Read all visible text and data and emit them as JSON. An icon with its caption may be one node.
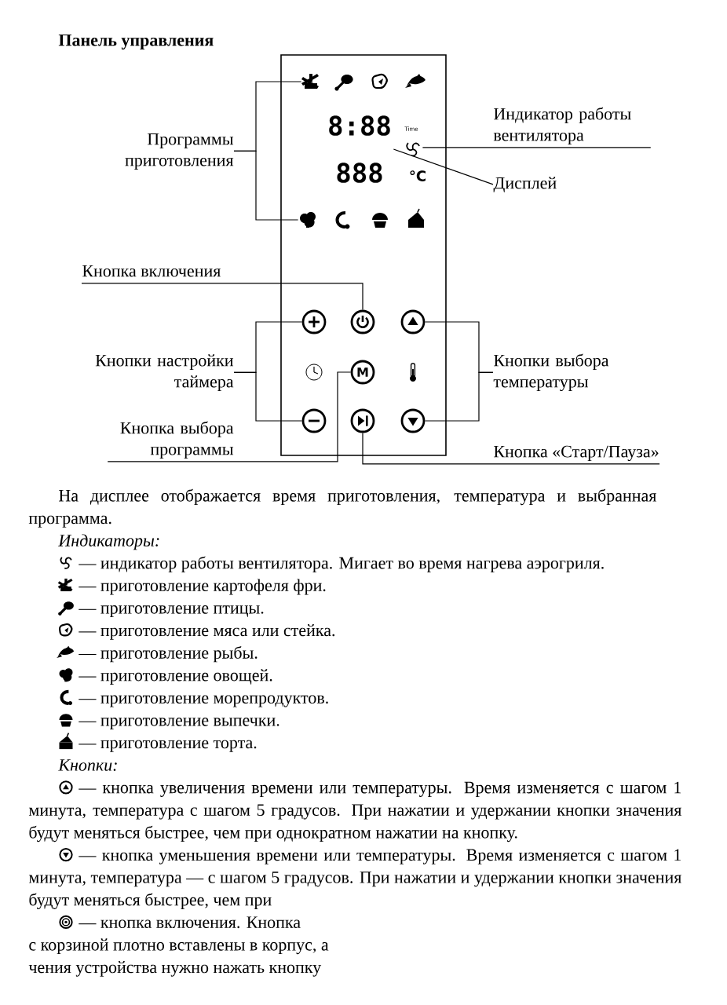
{
  "diagram": {
    "title": "Панель управления",
    "nodes": [
      {
        "text": [],
        "shape": "box"
      },
      {
        "text": [],
        "shape": "picture",
        "in": 0
      },
      {
        "text": [],
        "shape": "picture",
        "in": 0
      },
      {
        "text": [],
        "shape": "picture",
        "in": 0
      },
      {
        "text": [],
        "shape": "picture",
        "in": 0
      },
      {
        "text": [
          "8:88",
          "888"
        ],
        "in": 0
      },
      {
        "text": [],
        "shape": "picture",
        "in": 0
      },
      {
        "text": [],
        "shape": "picture",
        "in": 0
      },
      {
        "text": [],
        "shape": "picture",
        "in": 0
      },
      {
        "text": [],
        "shape": "picture",
        "in": 0
      },
      {
        "text": [],
        "shape": "picture",
        "in": 0
      },
      {
        "text": [],
        "shape": "circle",
        "in": 0
      },
      {
        "text": [],
        "shape": "circle",
        "in": 0
      },
      {
        "text": [],
        "shape": "circle",
        "in": 0
      },
      {
        "text": [],
        "shape": "picture",
        "in": 0
      },
      {
        "text": [
          "M"
        ],
        "in": 0
      },
      {
        "text": [],
        "shape": "picture",
        "in": 0
      },
      {
        "text": [],
        "shape": "circle",
        "in": 0
      },
      {
        "text": [],
        "shape": "circle",
        "in": 0
      },
      {
        "text": [],
        "shape": "circle",
        "in": 0
      },
      {
        "text": [
          "Программы приготовления"
        ]
      },
      {
        "text": [
          "Индикатор работы вентилятора"
        ]
      },
      {
        "text": [
          "Дисплей"
        ]
      },
      {
        "text": [
          "Кнопка включения"
        ]
      },
      {
        "text": [
          "Кнопки настройки таймера"
        ]
      },
      {
        "text": [
          "Кнопки выбора температуры"
        ]
      },
      {
        "text": [
          "Кнопка выбора программы"
        ]
      },
      {
        "text": [
          "Кнопка «Старт/Пауза»"
        ]
      }
    ],
    "edges": [
      {
        "from": 20,
        "to": 1,
        "arrow": "none"
      },
      {
        "from": 20,
        "to": 7,
        "arrow": "none"
      },
      {
        "from": 21,
        "to": 6,
        "arrow": "none"
      },
      {
        "from": 22,
        "to": 5,
        "arrow": "none"
      },
      {
        "from": 23,
        "to": 12,
        "arrow": "none"
      },
      {
        "from": 24,
        "to": 11,
        "arrow": "none"
      },
      {
        "from": 24,
        "to": 17,
        "arrow": "none"
      },
      {
        "from": 25,
        "to": 13,
        "arrow": "none"
      },
      {
        "from": 25,
        "to": 19,
        "arrow": "none"
      },
      {
        "from": 26,
        "to": 15,
        "arrow": "none"
      },
      {
        "from": 27,
        "to": 18,
        "arrow": "none"
      }
    ],
    "labels": [
      "Time",
      "°C",
      "На дисплее отображается время приготовления, температура и выбранная программа.",
      "Индикаторы:",
      "— индикатор работы вентилятора. Мигает во время нагрева аэрогриля.",
      "— приготовление картофеля фри.",
      "— приготовление птицы.",
      "— приготовление мяса или стейка.",
      "— приготовление рыбы.",
      "— приготовление овощей.",
      "— приготовление морепродуктов.",
      "— приготовление выпечки.",
      "— приготовление торта.",
      "Кнопки:",
      "— кнопка увеличения времени или температуры. Время изменяется с шагом 1 минута, температура с шагом 5 градусов. При нажатии и удержании кнопки значения будут меняться быстрее, чем при однократном нажатии на кнопку.",
      "— кнопка уменьшения времени или температуры. Время изменяется с шагом 1 минута, температура — с шагом 5 градусов. При нажатии и удержании кнопки значения будут меняться быстрее, чем при",
      "— кнопка включения. Кнопка",
      "с корзиной плотно вставлены в корпус, а",
      "чения устройства нужно нажать кнопку"
    ]
  }
}
